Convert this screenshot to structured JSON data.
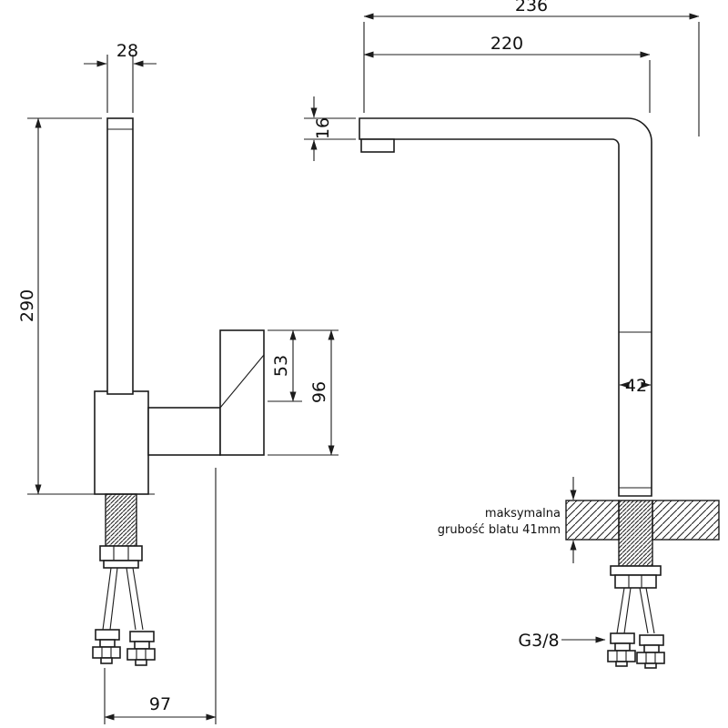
{
  "page": {
    "background_color": "#ffffff",
    "line_color": "#1c1c1c"
  },
  "left_view": {
    "dim_spout_width": "28",
    "dim_total_height": "290",
    "dim_lever_height": "53",
    "dim_body_height": "96",
    "dim_base_depth": "97"
  },
  "right_view": {
    "dim_total_reach": "236",
    "dim_spout_reach": "220",
    "dim_spout_thickness": "16",
    "dim_body_width": "42",
    "counter_note_line1": "maksymalna",
    "counter_note_line2": "grubość blatu 41mm",
    "thread_label": "G3/8"
  }
}
